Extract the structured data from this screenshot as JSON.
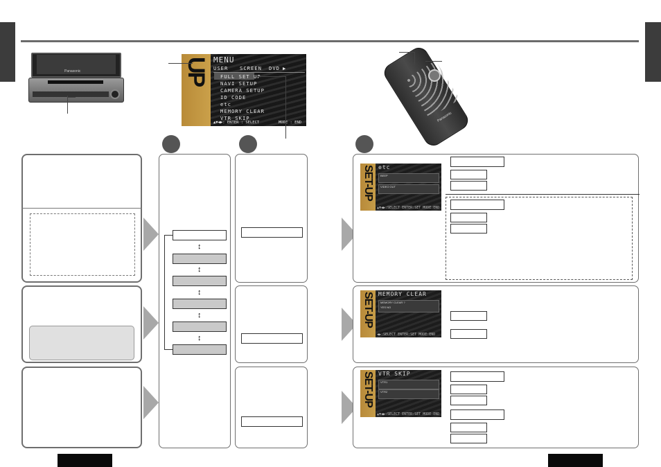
{
  "menu_screen": {
    "title": "MENU",
    "tabs": [
      "USER",
      "SCREEN",
      "DVD",
      "▶"
    ],
    "items": [
      "FULL SET UP",
      "NAVI SETUP",
      "CAMERA SETUP",
      "ID CODE",
      "etc",
      "MEMORY CLEAR",
      "VTR SKIP"
    ],
    "side_text": "SET-UP",
    "footer_left": "▲▼◀▶: ENTER : SELECT",
    "footer_right": "MODE : END"
  },
  "remote": {
    "brand": "Panasonic"
  },
  "head_unit": {
    "brand": "Panasonic"
  },
  "screens": {
    "etc": {
      "title": "etc",
      "side_text": "SET-UP",
      "rows": [
        "BEEP",
        "VIDEO OUT"
      ],
      "footer": "▲▼◀▶:SELECT   ENTER:SET   MODE:END"
    },
    "memory_clear": {
      "title": "MEMORY  CLEAR",
      "side_text": "SET-UP",
      "rows": [
        "MEMORY CLEAR ?",
        "YES  NO"
      ],
      "footer": "◀▶:SELECT   ENTER:SET   MODE:END"
    },
    "vtr_skip": {
      "title": "VTR  SKIP",
      "side_text": "SET-UP",
      "rows": [
        "VTR1",
        "VTR2"
      ],
      "footer": "▲▼◀▶:SELECT   ENTER:SET   MODE:END"
    }
  },
  "colors": {
    "tab": "#3c3c3c",
    "border": "#6e6e6e",
    "arrow": "#a8a8a8",
    "highlight_box": "#c9c9c9"
  }
}
